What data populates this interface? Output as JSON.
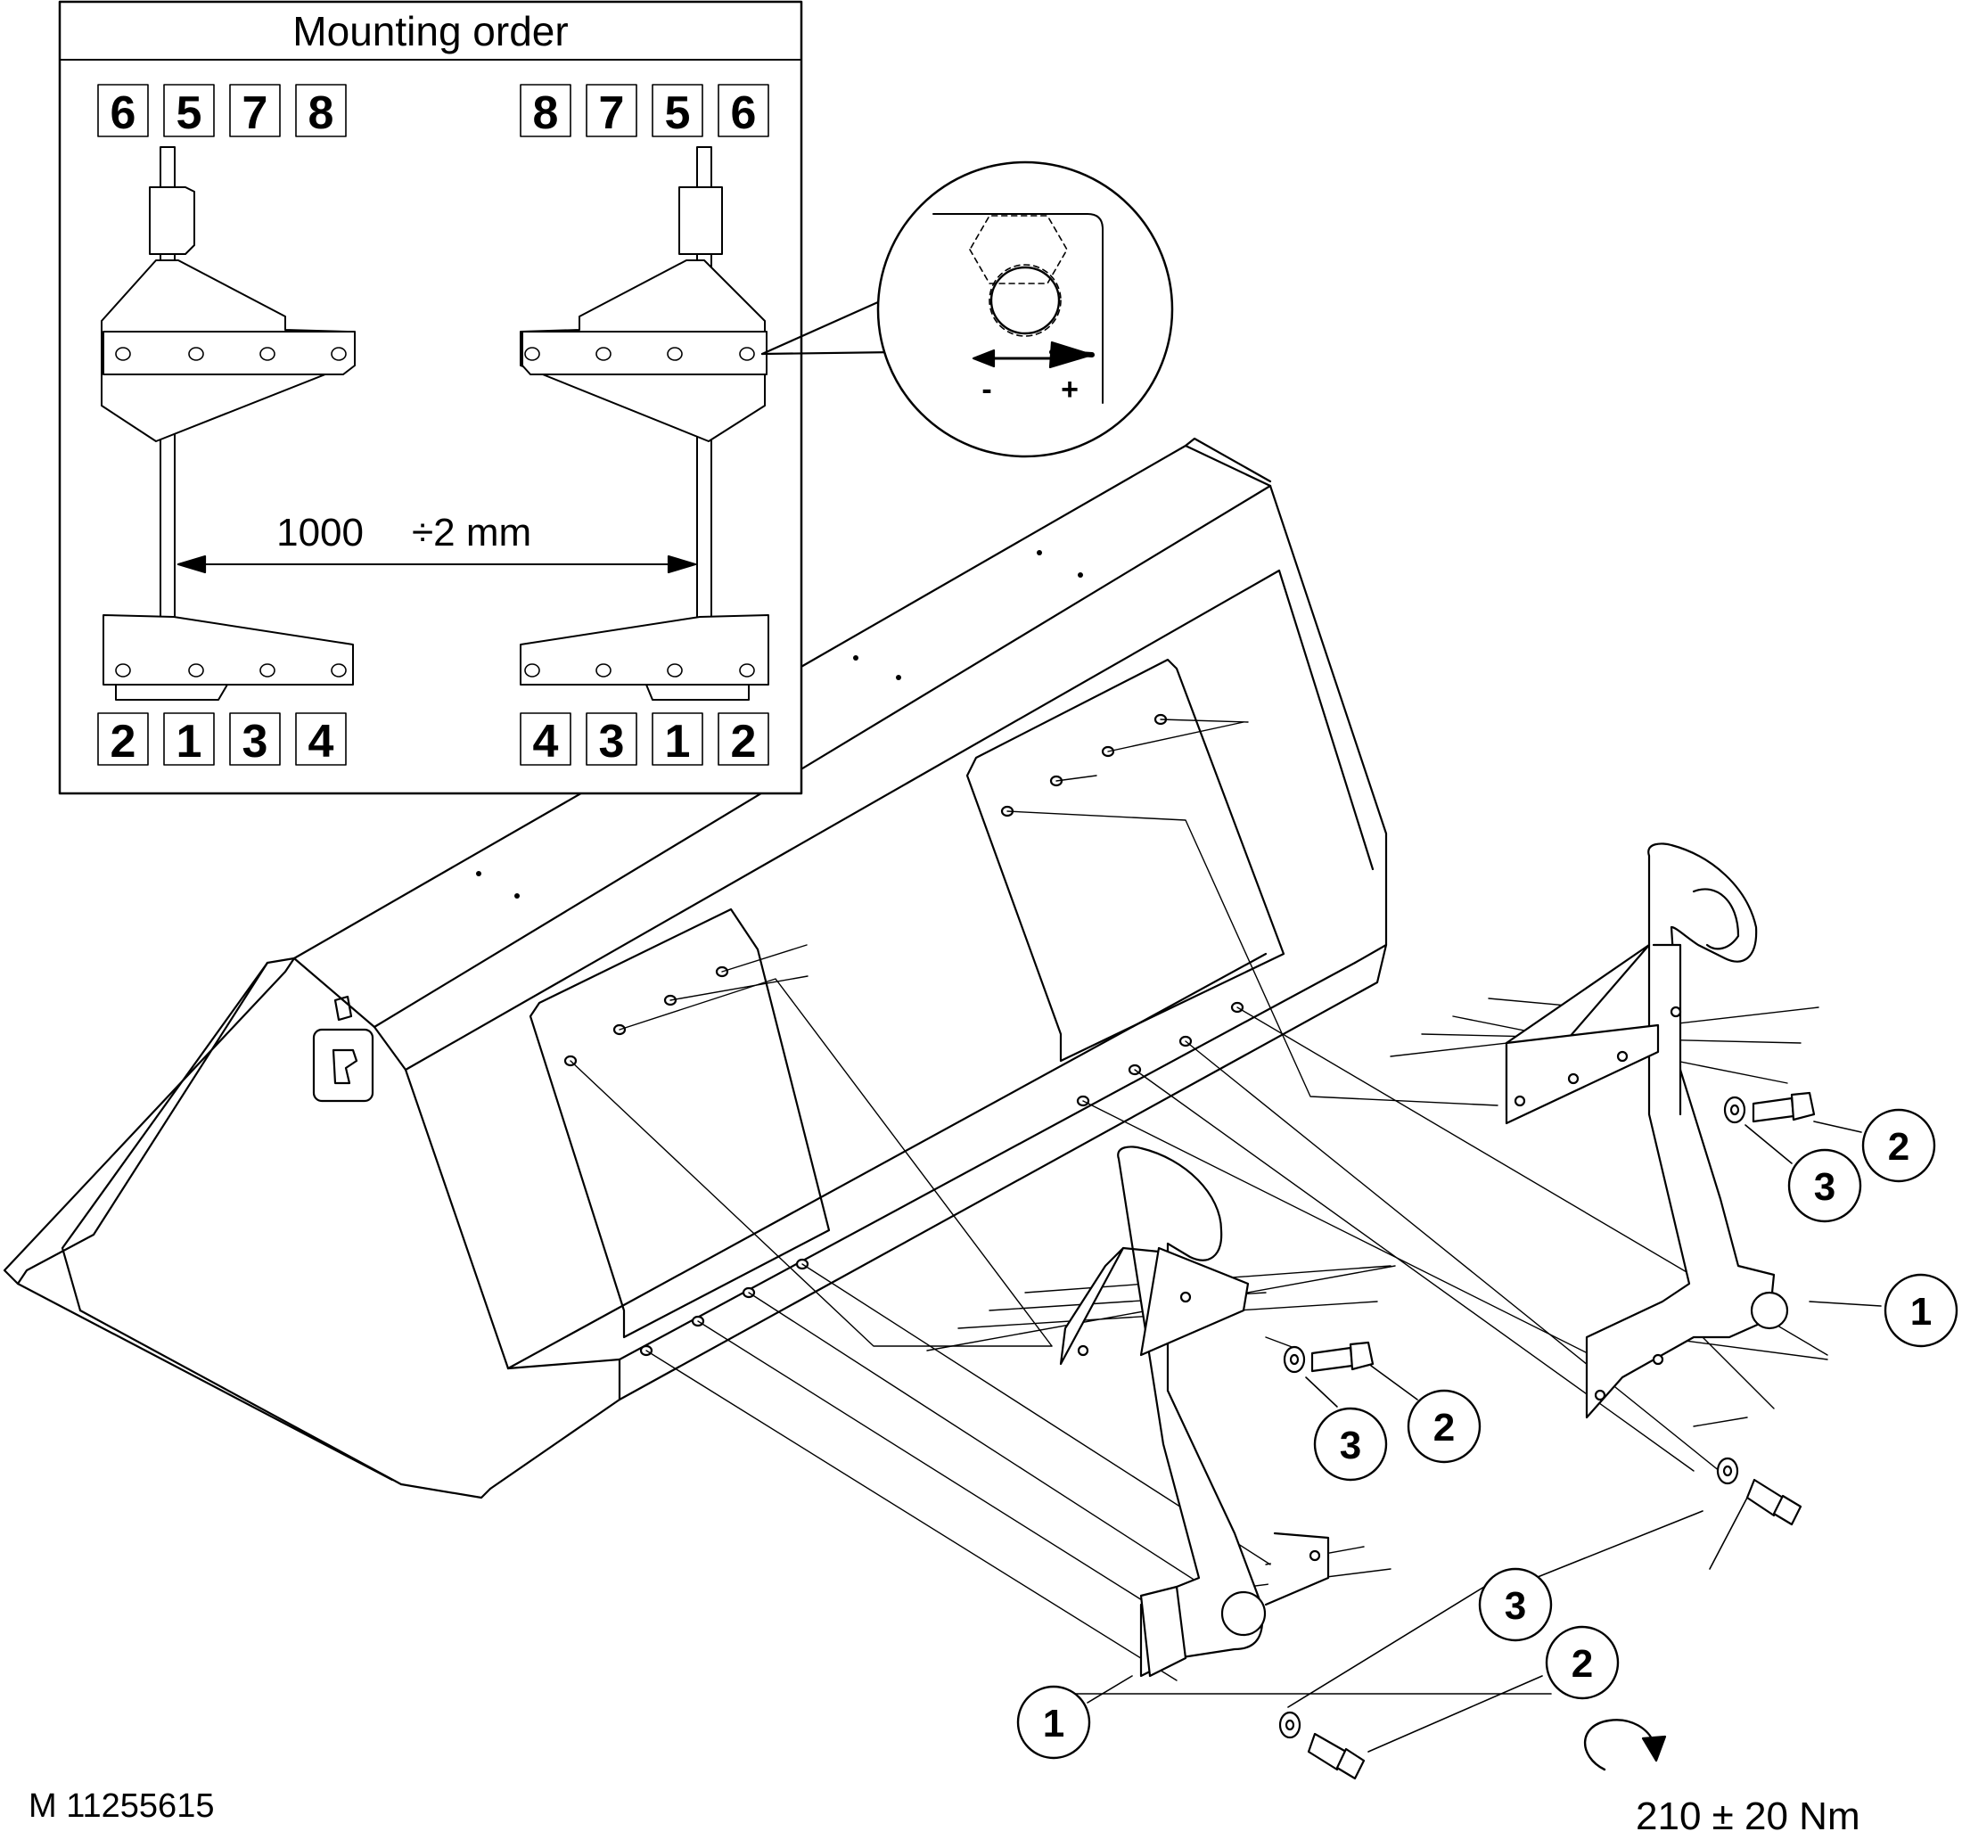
{
  "inset": {
    "title": "Mounting order",
    "top_left_order": [
      "6",
      "5",
      "7",
      "8"
    ],
    "top_right_order": [
      "8",
      "7",
      "5",
      "6"
    ],
    "bottom_left_order": [
      "2",
      "1",
      "3",
      "4"
    ],
    "bottom_right_order": [
      "4",
      "3",
      "1",
      "2"
    ],
    "dimension": "1000",
    "dimension_tol": "÷2 mm"
  },
  "detail": {
    "minus": "-",
    "plus": "+"
  },
  "callouts": {
    "right_bracket": "1",
    "right_bolt": "2",
    "right_washer": "3",
    "center_bolt": "2",
    "center_washer": "3",
    "bottom_washer": "3",
    "bottom_bolt": "2",
    "left_bracket": "1"
  },
  "figure_id": "M 11255615",
  "torque": "210 ± 20 Nm"
}
